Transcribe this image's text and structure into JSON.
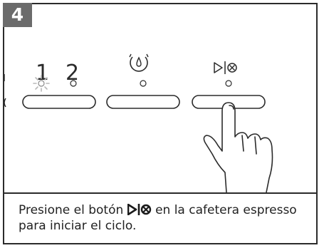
{
  "step": {
    "number": "4"
  },
  "panel": {
    "cup_labels": [
      "1",
      "2"
    ],
    "icons": {
      "descale": "water-drop-cycle-icon",
      "start_stop": "play-stop-icon"
    },
    "active_indicator": "1"
  },
  "caption": {
    "text_before": "Presione el botón ",
    "icon": "play-stop-icon",
    "text_after": " en la cafetera espresso para iniciar el ciclo."
  },
  "colors": {
    "badge": "#6b6b6b",
    "line": "#2b2b2b",
    "glow": "#b8b8b8"
  }
}
